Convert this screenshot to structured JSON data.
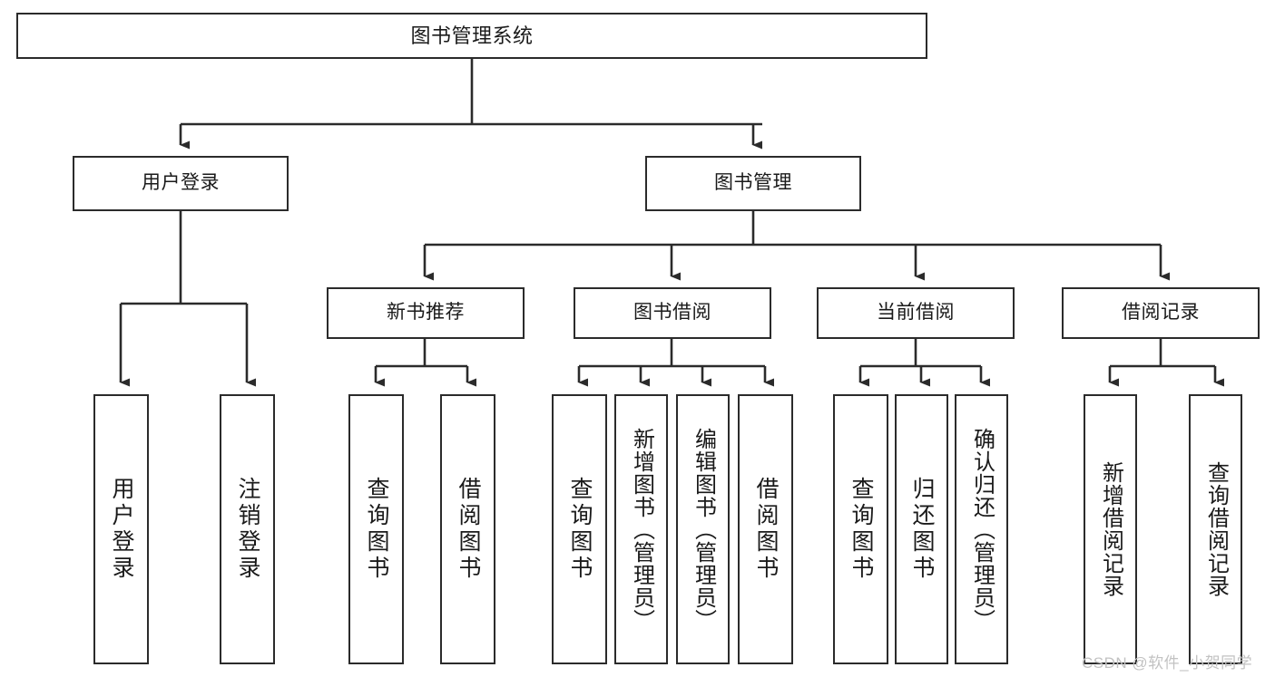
{
  "diagram": {
    "title_node": {
      "label": "图书管理系统"
    },
    "level2": [
      {
        "label": "用户登录"
      },
      {
        "label": "图书管理"
      }
    ],
    "level3": [
      {
        "label": "新书推荐"
      },
      {
        "label": "图书借阅"
      },
      {
        "label": "当前借阅"
      },
      {
        "label": "借阅记录"
      }
    ],
    "leaves": {
      "user_login": [
        {
          "label": "用户登录"
        },
        {
          "label": "注销登录"
        }
      ],
      "new_book_recommend": [
        {
          "label": "查询图书"
        },
        {
          "label": "借阅图书"
        }
      ],
      "book_borrow": [
        {
          "label": "查询图书"
        },
        {
          "label": "新增图书（管理员）"
        },
        {
          "label": "编辑图书（管理员）"
        },
        {
          "label": "借阅图书"
        }
      ],
      "current_borrow": [
        {
          "label": "查询图书"
        },
        {
          "label": "归还图书"
        },
        {
          "label": "确认归还（管理员）"
        }
      ],
      "borrow_record": [
        {
          "label": "新增借阅记录"
        },
        {
          "label": "查询借阅记录"
        }
      ]
    }
  },
  "watermark": {
    "text": "CSDN @软件_小贺同学"
  },
  "colors": {
    "box_stroke": "#2b2b2b",
    "box_fill": "#ffffff",
    "text": "#1a1a1a",
    "connector": "#2b2b2b",
    "watermark": "#c2c2c2"
  }
}
